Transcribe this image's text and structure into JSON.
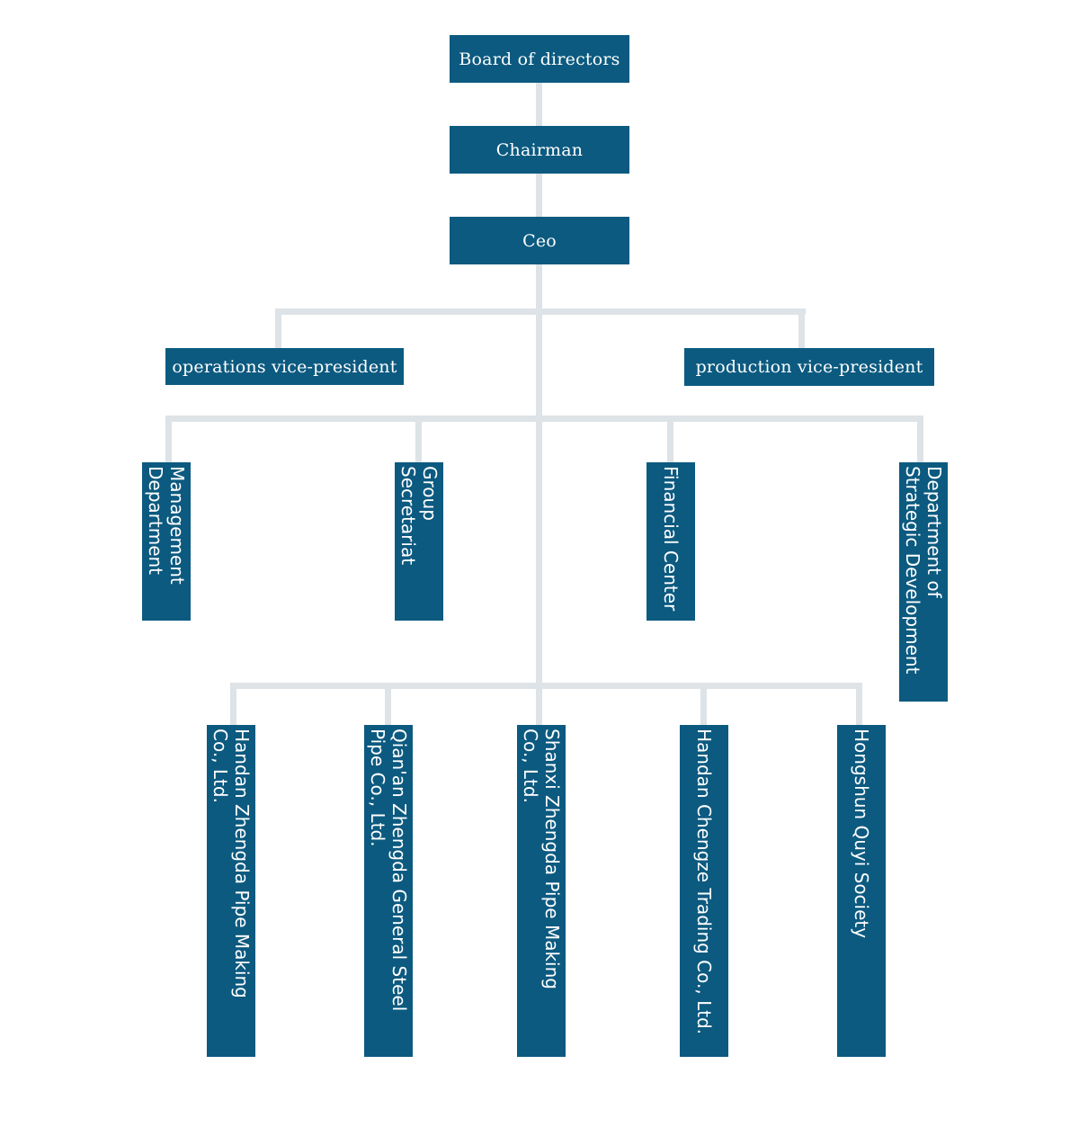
{
  "org_chart": {
    "top": {
      "board": "Board of directors",
      "chairman": "Chairman",
      "ceo": "Ceo"
    },
    "vice_presidents": [
      "operations vice-president",
      "production vice-president"
    ],
    "departments": [
      "Management\nDepartment",
      "Group Secretariat",
      "Financial Center",
      "Department of\nStrategic Development"
    ],
    "subsidiaries": [
      "Handan Zhengda Pipe Making\nCo., Ltd.",
      "Qian'an Zhengda General Steel\nPipe Co., Ltd.",
      "Shanxi Zhengda Pipe Making\nCo., Ltd.",
      "Handan Chengze Trading Co., Ltd.",
      "Hongshun Quyi Society"
    ]
  },
  "colors": {
    "box": "#0c5a80",
    "line": "#dde3e7",
    "text": "#ffffff"
  }
}
